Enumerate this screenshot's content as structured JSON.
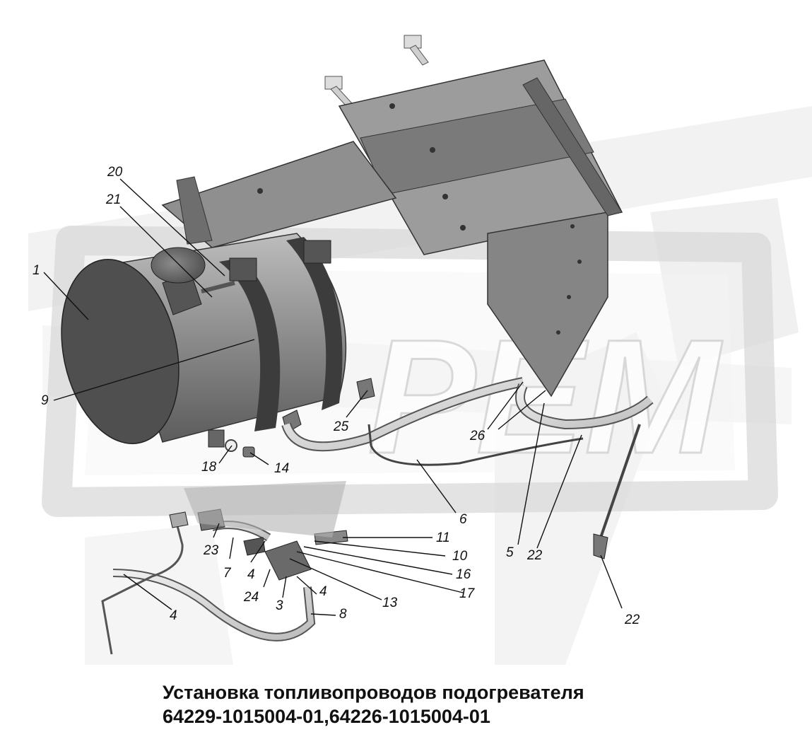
{
  "caption": {
    "line1": "Установка топливопроводов подогревателя",
    "line2": "64229-1015004-01,64226-1015004-01"
  },
  "callouts": [
    "1",
    "20",
    "21",
    "9",
    "25",
    "18",
    "14",
    "26",
    "6",
    "5",
    "22",
    "11",
    "10",
    "16",
    "17",
    "13",
    "23",
    "7",
    "4",
    "24",
    "3",
    "8"
  ],
  "watermark": {
    "text": "РЕМ"
  }
}
